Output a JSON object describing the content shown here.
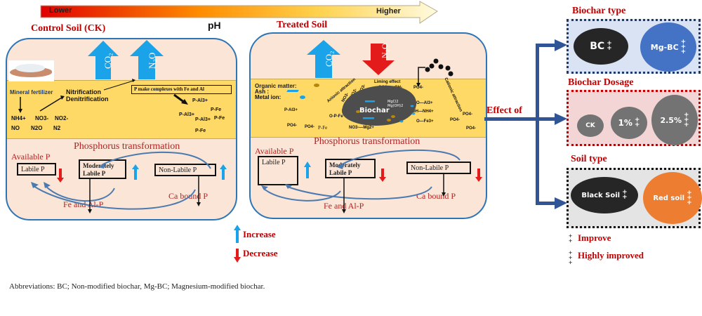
{
  "ph_gradient": {
    "low_label": "Lower",
    "high_label": "Higher",
    "axis_label": "pH",
    "colors": [
      "#e00000",
      "#ff8c00",
      "#ffd24d",
      "#fffbe0"
    ]
  },
  "control_panel": {
    "title": "Control Soil (CK)",
    "gas_up_1": "CO2",
    "gas_up_2": "N2O",
    "fertilizer_label": "Mineral fertilizer",
    "process_1": "Nitrification",
    "process_2": "Denitrification",
    "complex_box": "P make complexes with Fe and Al",
    "n_species_row1": [
      "NH4+",
      "NO3-",
      "NO2-"
    ],
    "n_species_row2": [
      "NO",
      "N2O",
      "N2"
    ],
    "p_complexes": [
      "P-Al3+",
      "P-Fe",
      "P-Al3+",
      "P-Al3+",
      "P-Fe",
      "P-Fe"
    ],
    "transformation_title": "Phosphorus transformation",
    "available_p": "Available P",
    "labile": "Labile P",
    "moderately_labile_1": "Moderately",
    "moderately_labile_2": "Labile  P",
    "non_labile": "Non-Labile P",
    "fe_al": "Fe and Al-P",
    "ca_bound": "Ca bound P",
    "labile_trend": "decrease",
    "moderately_trend": "increase",
    "non_labile_trend": "increase"
  },
  "treated_panel": {
    "title": "Treated Soil",
    "gas_up": "CO2",
    "gas_down": "N2O",
    "legend_organic": "Organic matter:",
    "legend_ash": "Ash :",
    "legend_metal": "Metal ion:",
    "biochar_label": "Biochar",
    "biochar_compounds": [
      "MgCl2",
      "Mg(OH)2"
    ],
    "liming_effect": "Liming effect",
    "liming_species": [
      "CO3-",
      "OH-"
    ],
    "anionic": "Anionic attraction",
    "anions": [
      "NO3-",
      "NO2-",
      "NO3-"
    ],
    "cationic": "Cationic attraction",
    "cation_bonds": [
      "O—Al3+",
      "OH—NH4+",
      "O—Fe3+"
    ],
    "misc_species": [
      "P-Al3+",
      "PO4-",
      "PO4-",
      "P-Fe",
      "O-P-Fe",
      "NO3-—Mg2+",
      "PO4-",
      "PO4-",
      "PO4-",
      "PO4-"
    ],
    "transformation_title": "Phosphorus transformation",
    "available_p": "Available P",
    "labile": "Labile P",
    "moderately_labile_1": "Moderately",
    "moderately_labile_2": "Labile  P",
    "non_labile": "Non-Labile P",
    "fe_al": "Fe and Al-P",
    "ca_bound": "Ca bound P",
    "labile_trend": "increase",
    "moderately_trend": "decrease",
    "non_labile_trend": "decrease"
  },
  "legend": {
    "increase": "Increase",
    "decrease": "Decrease",
    "increase_color": "#1aa3e8",
    "decrease_color": "#e31b1b"
  },
  "effect": {
    "label": "Effect of",
    "groups": [
      {
        "title": "Biochar type",
        "items": [
          {
            "label": "BC",
            "rating": "++"
          },
          {
            "label": "Mg-BC",
            "rating": "+++"
          }
        ]
      },
      {
        "title": "Biochar Dosage",
        "items": [
          {
            "label": "CK",
            "rating": ""
          },
          {
            "label": "1%",
            "rating": "++"
          },
          {
            "label": "2.5%",
            "rating": "+++"
          }
        ]
      },
      {
        "title": "Soil type",
        "items": [
          {
            "label": "Black Soil",
            "rating": "++"
          },
          {
            "label": "Red soil",
            "rating": "+++"
          }
        ]
      }
    ],
    "key": [
      {
        "symbol": "++",
        "meaning": "Improve"
      },
      {
        "symbol": "+++",
        "meaning": "Highly improved"
      }
    ]
  },
  "footnote": "Abbreviations: BC; Non-modified biochar, Mg-BC; Magnesium-modified biochar."
}
